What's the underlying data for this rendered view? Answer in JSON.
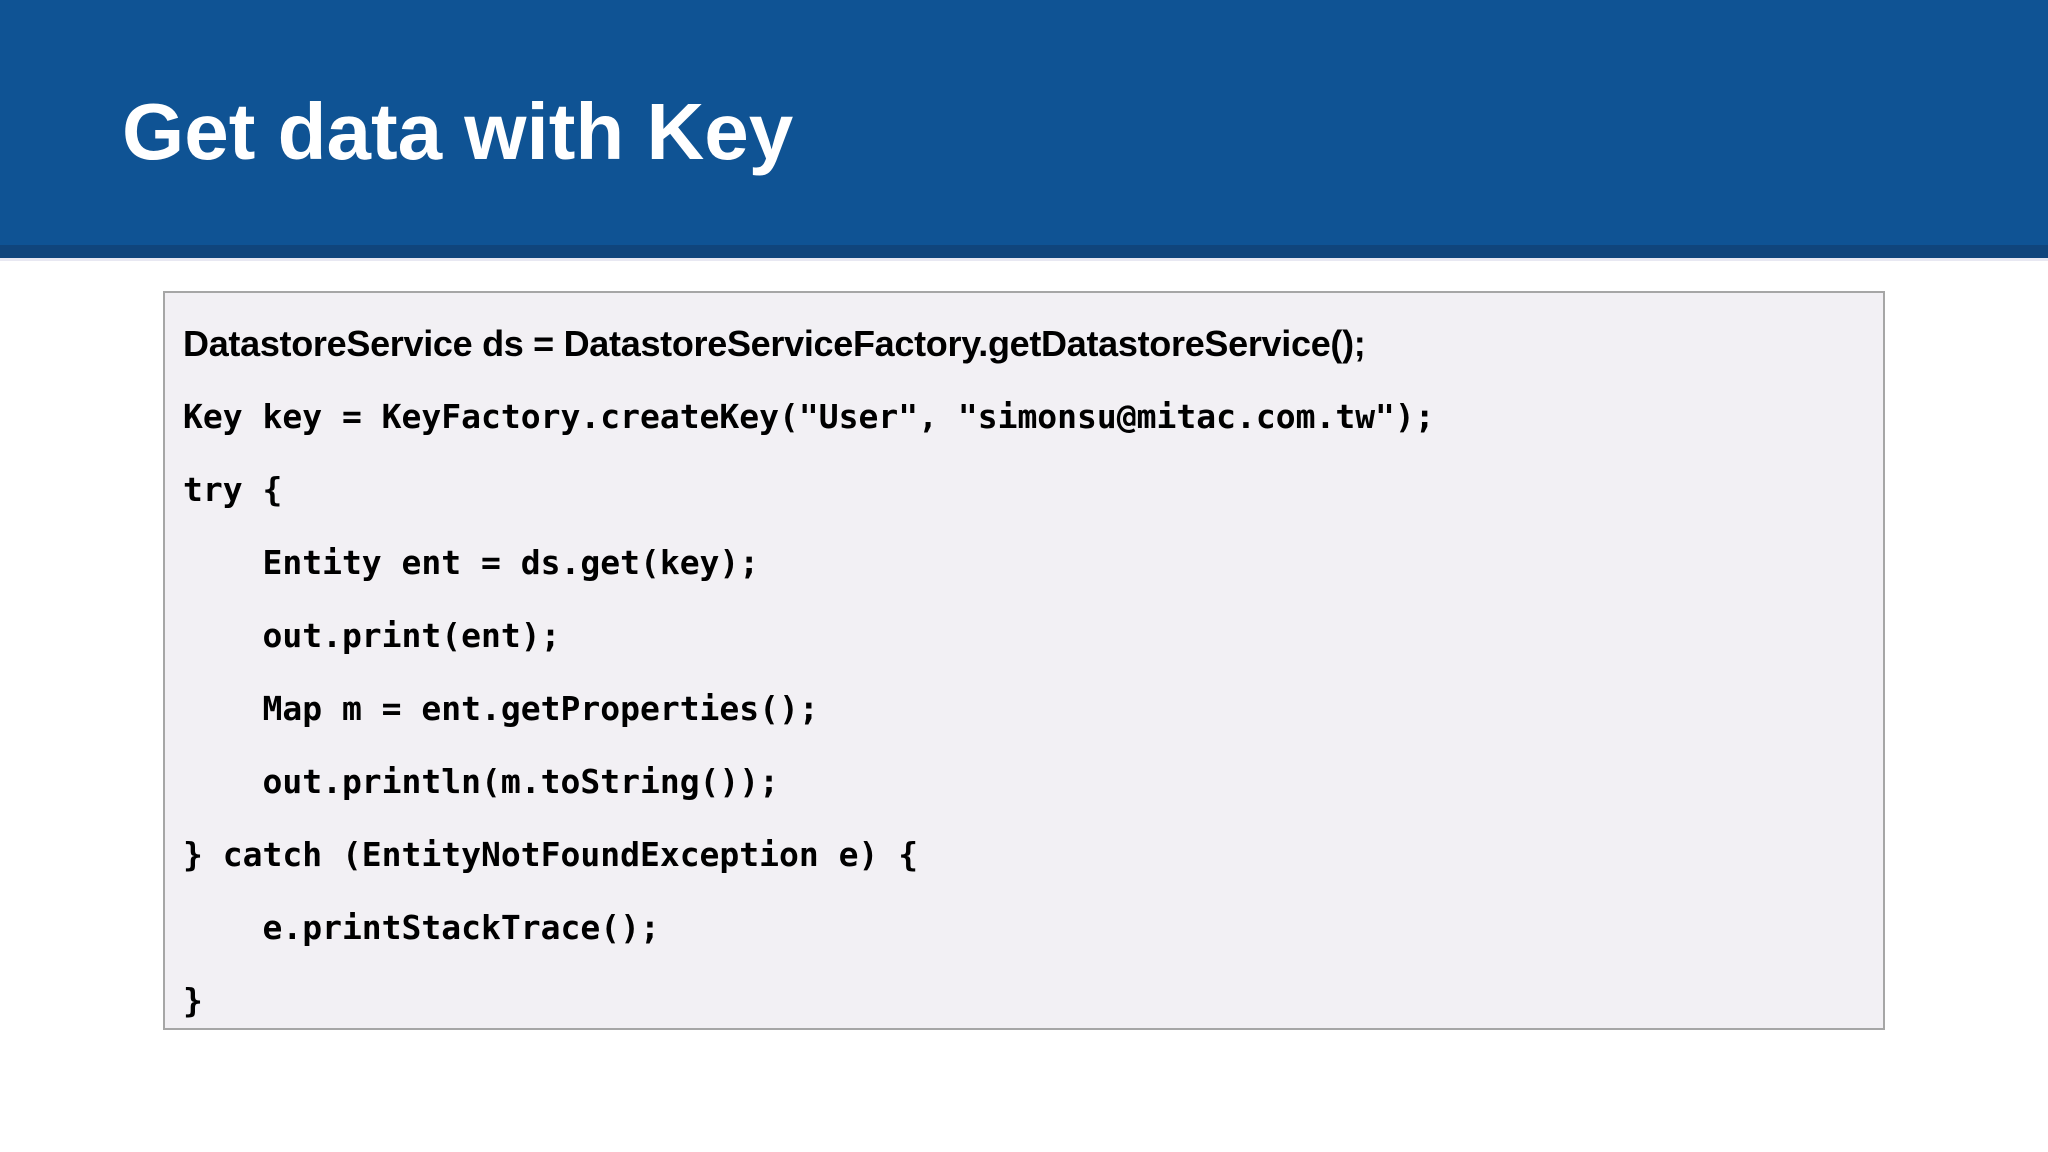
{
  "slide": {
    "title": "Get data with Key",
    "banner_color": "#0F5394",
    "banner_shade_color": "#10457C",
    "title_color": "#FFFFFF",
    "background_color": "#FFFFFF"
  },
  "code_panel": {
    "background_color": "#F2F0F4",
    "border_color": "#A6A6A6",
    "text_color": "#000000",
    "lines": [
      {
        "text": "DatastoreService ds = DatastoreServiceFactory.getDatastoreService();",
        "style": "heading"
      },
      {
        "text": "Key key = KeyFactory.createKey(\"User\", \"simonsu@mitac.com.tw\");",
        "style": "mono"
      },
      {
        "text": "try {",
        "style": "mono"
      },
      {
        "text": "    Entity ent = ds.get(key);",
        "style": "mono"
      },
      {
        "text": "    out.print(ent);",
        "style": "mono"
      },
      {
        "text": "    Map m = ent.getProperties();",
        "style": "mono"
      },
      {
        "text": "    out.println(m.toString());",
        "style": "mono"
      },
      {
        "text": "} catch (EntityNotFoundException e) {",
        "style": "mono"
      },
      {
        "text": "    e.printStackTrace();",
        "style": "mono"
      },
      {
        "text": "}",
        "style": "mono"
      }
    ]
  }
}
